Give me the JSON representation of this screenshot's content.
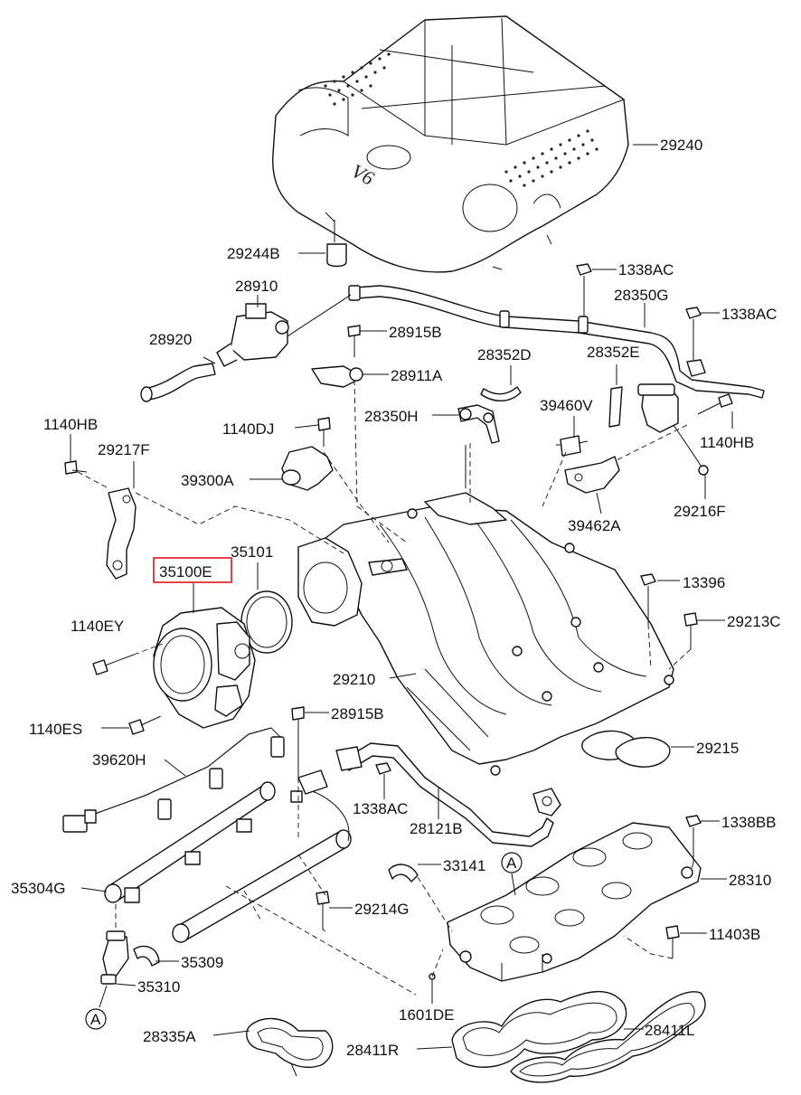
{
  "parts": [
    {
      "id": "29240",
      "text": "29240"
    },
    {
      "id": "29244B",
      "text": "29244B"
    },
    {
      "id": "28910",
      "text": "28910"
    },
    {
      "id": "28920",
      "text": "28920"
    },
    {
      "id": "1338AC_a",
      "text": "1338AC"
    },
    {
      "id": "28350G",
      "text": "28350G"
    },
    {
      "id": "1338AC_b",
      "text": "1338AC"
    },
    {
      "id": "28915B_a",
      "text": "28915B"
    },
    {
      "id": "28911A",
      "text": "28911A"
    },
    {
      "id": "28352D",
      "text": "28352D"
    },
    {
      "id": "28352E",
      "text": "28352E"
    },
    {
      "id": "1140HB_a",
      "text": "1140HB"
    },
    {
      "id": "29217F",
      "text": "29217F"
    },
    {
      "id": "1140DJ",
      "text": "1140DJ"
    },
    {
      "id": "28350H",
      "text": "28350H"
    },
    {
      "id": "39460V",
      "text": "39460V"
    },
    {
      "id": "1140HB_b",
      "text": "1140HB"
    },
    {
      "id": "39300A",
      "text": "39300A"
    },
    {
      "id": "29216F",
      "text": "29216F"
    },
    {
      "id": "39462A",
      "text": "39462A"
    },
    {
      "id": "35101",
      "text": "35101"
    },
    {
      "id": "35100E",
      "text": "35100E"
    },
    {
      "id": "13396",
      "text": "13396"
    },
    {
      "id": "1140EY",
      "text": "1140EY"
    },
    {
      "id": "29213C",
      "text": "29213C"
    },
    {
      "id": "29210",
      "text": "29210"
    },
    {
      "id": "1140ES",
      "text": "1140ES"
    },
    {
      "id": "28915B_b",
      "text": "28915B"
    },
    {
      "id": "29215",
      "text": "29215"
    },
    {
      "id": "39620H",
      "text": "39620H"
    },
    {
      "id": "1338AC_c",
      "text": "1338AC"
    },
    {
      "id": "28121B",
      "text": "28121B"
    },
    {
      "id": "1338BB",
      "text": "1338BB"
    },
    {
      "id": "33141",
      "text": "33141"
    },
    {
      "id": "28310",
      "text": "28310"
    },
    {
      "id": "35304G",
      "text": "35304G"
    },
    {
      "id": "29214G",
      "text": "29214G"
    },
    {
      "id": "11403B",
      "text": "11403B"
    },
    {
      "id": "35309",
      "text": "35309"
    },
    {
      "id": "35310",
      "text": "35310"
    },
    {
      "id": "1601DE",
      "text": "1601DE"
    },
    {
      "id": "28335A",
      "text": "28335A"
    },
    {
      "id": "28411R",
      "text": "28411R"
    },
    {
      "id": "28411L",
      "text": "28411L"
    }
  ],
  "markers": [
    {
      "id": "A_top",
      "text": "A"
    },
    {
      "id": "A_bottom",
      "text": "A"
    }
  ],
  "highlighted_part": "35100E",
  "cover_badge": "V6",
  "colors": {
    "highlight": "#e0141e",
    "ink": "#111111"
  }
}
